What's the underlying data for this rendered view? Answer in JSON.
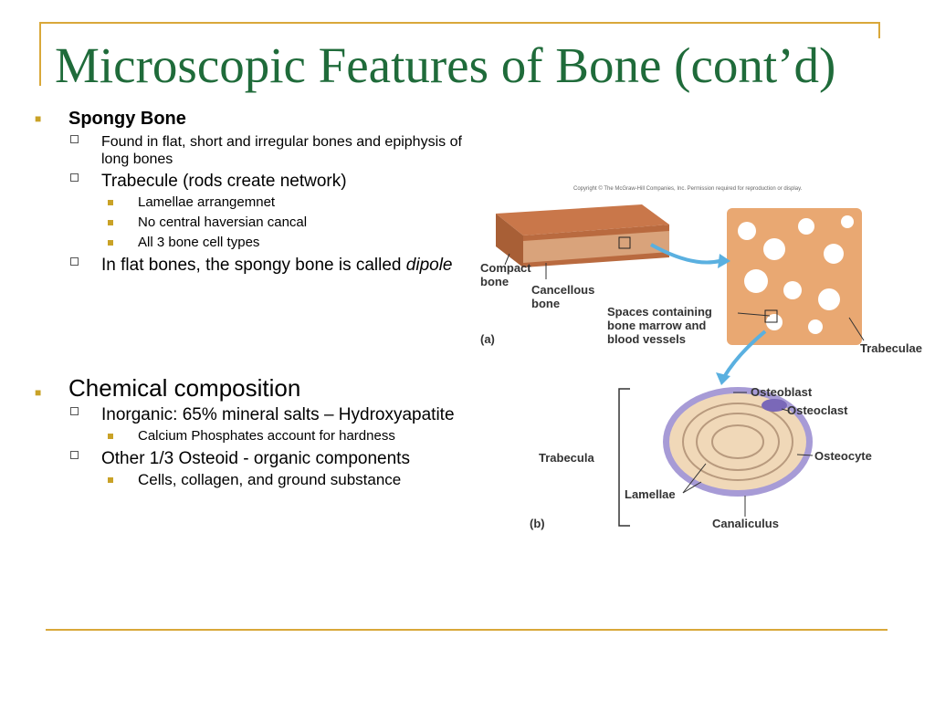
{
  "slide": {
    "title": "Microscopic Features of Bone (cont’d)"
  },
  "spongy": {
    "heading": "Spongy Bone",
    "item1": "Found in flat, short and irregular bones and epiphysis of long bones",
    "item2": "Trabecule (rods create network)",
    "sub1": "Lamellae arrangemnet",
    "sub2": "No central haversian cancal",
    "sub3": "All 3  bone cell types",
    "item3_text": "In flat bones, the spongy bone is called ",
    "item3_italic": "dipole"
  },
  "chemical": {
    "heading": "Chemical composition",
    "item1": "Inorganic: 65% mineral salts – Hydroxyapatite",
    "item1_sub": "Calcium Phosphates account for hardness",
    "item2": "Other 1/3 Osteoid - organic components",
    "item2_sub": "Cells, collagen,  and ground substance"
  },
  "figure": {
    "copyright": "Copyright © The McGraw-Hill Companies, Inc. Permission required for reproduction or display.",
    "compact_bone": "Compact bone",
    "cancellous_bone": "Cancellous bone",
    "spaces": "Spaces containing bone marrow and blood vessels",
    "trabeculae": "Trabeculae",
    "panel_a": "(a)",
    "osteoblast": "Osteoblast",
    "osteoclast": "Osteoclast",
    "trabecula": "Trabecula",
    "osteocyte": "Osteocyte",
    "lamellae": "Lamellae",
    "canaliculus": "Canaliculus",
    "panel_b": "(b)"
  },
  "colors": {
    "title": "#1f6b3a",
    "accent": "#d9a83a",
    "bullet": "#c9a227",
    "arrow": "#5ab0e0"
  }
}
